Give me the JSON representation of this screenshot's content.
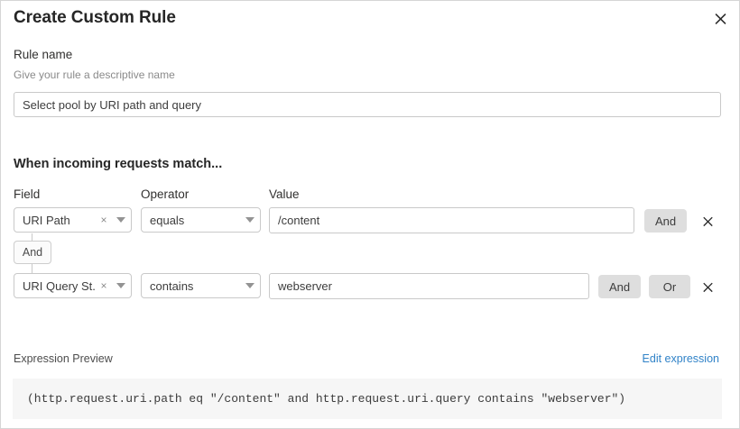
{
  "dialog": {
    "title": "Create Custom Rule",
    "close_icon": "close-icon"
  },
  "rule_name": {
    "label": "Rule name",
    "help": "Give your rule a descriptive name",
    "value": "Select pool by URI path and query",
    "placeholder": "Select pool by URI path and query"
  },
  "conditions": {
    "heading": "When incoming requests match...",
    "columns": {
      "field": "Field",
      "operator": "Operator",
      "value": "Value"
    },
    "clear_icon_glyph": "×",
    "connector": {
      "label": "And"
    },
    "rows": [
      {
        "field": "URI Path",
        "operator": "equals",
        "value": "/content",
        "buttons": [
          "And"
        ],
        "delete_icon": "close-icon"
      },
      {
        "field": "URI Query St...",
        "operator": "contains",
        "value": "webserver",
        "buttons": [
          "And",
          "Or"
        ],
        "delete_icon": "close-icon"
      }
    ]
  },
  "expression": {
    "label": "Expression Preview",
    "edit_link": "Edit expression",
    "code": "(http.request.uri.path eq \"/content\" and http.request.uri.query contains \"webserver\")"
  },
  "colors": {
    "accent_link": "#3183c8",
    "button_gray": "#dedede",
    "code_background": "#f6f6f6",
    "border": "#c9c9c9"
  }
}
